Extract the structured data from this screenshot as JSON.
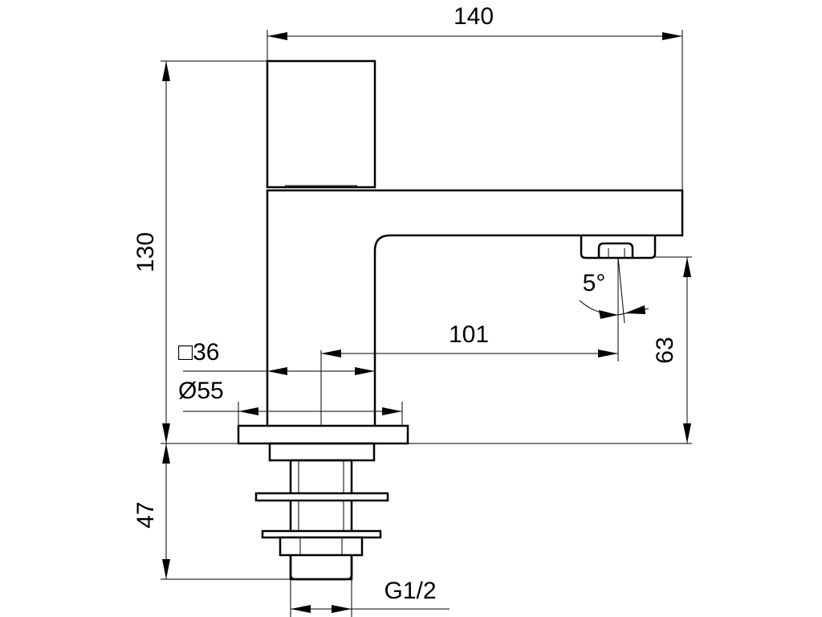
{
  "dimensions": {
    "overall_width": "140",
    "overall_height": "130",
    "spout_height": "63",
    "spout_reach": "101",
    "body_square": "□36",
    "base_diameter": "Ø55",
    "shank_length": "47",
    "thread": "G1/2",
    "spray_angle": "5°"
  },
  "colors": {
    "line": "#000000",
    "background": "#ffffff"
  }
}
